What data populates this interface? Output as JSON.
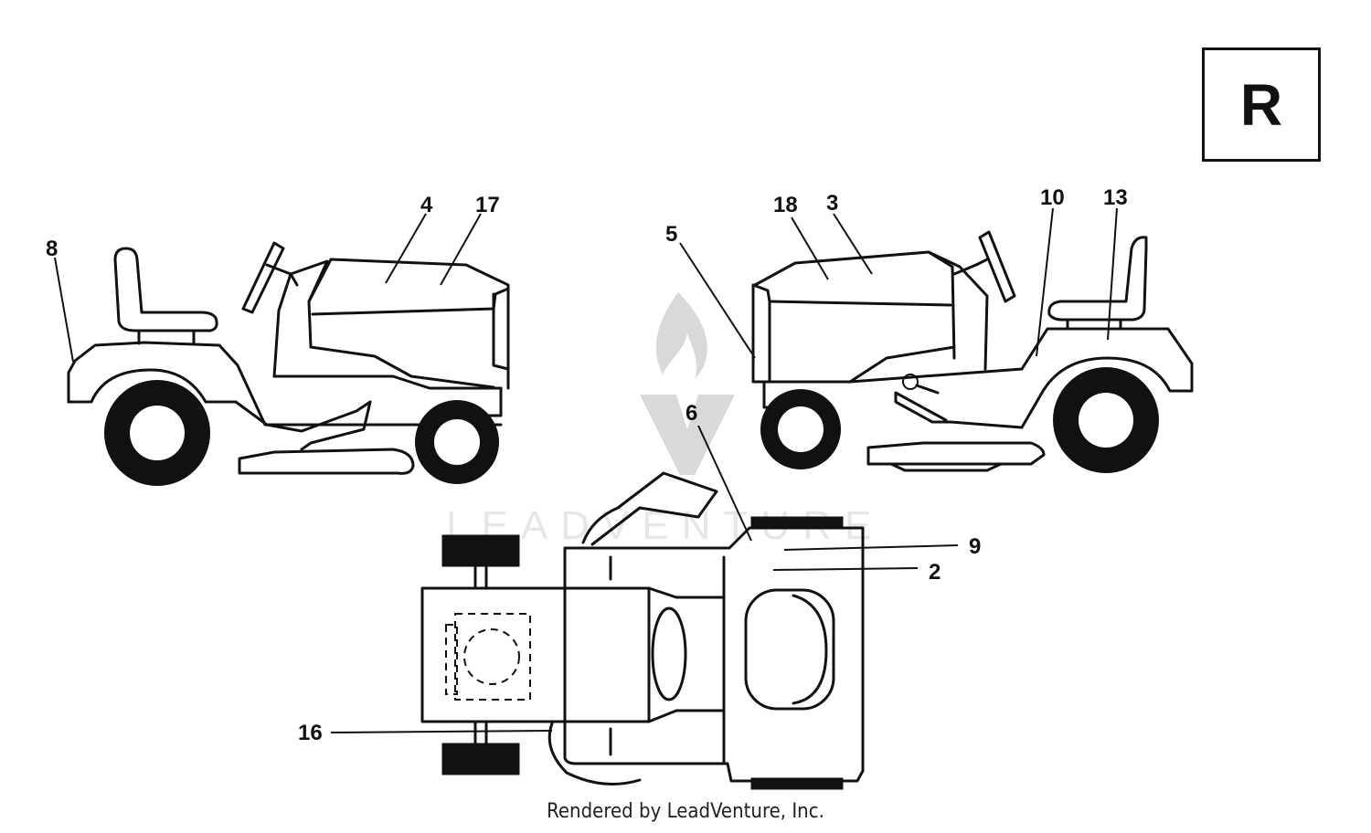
{
  "view_label": "R",
  "footer": "Rendered by LeadVenture, Inc.",
  "watermark": "LEADVENTURE",
  "callouts": {
    "c2": "2",
    "c3": "3",
    "c4": "4",
    "c5": "5",
    "c6": "6",
    "c8": "8",
    "c9": "9",
    "c10": "10",
    "c13": "13",
    "c16": "16",
    "c17": "17",
    "c18": "18"
  }
}
